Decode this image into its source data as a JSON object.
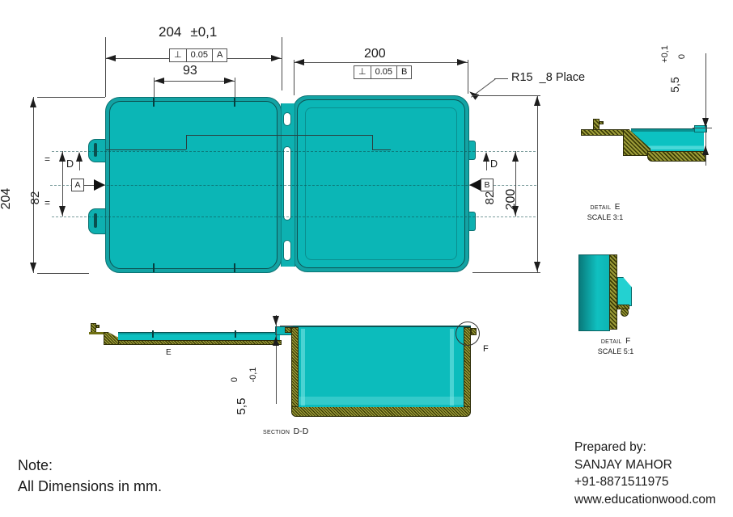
{
  "top_view": {
    "dim_width_lid": "204",
    "dim_width_lid_tol": "±0,1",
    "dim_inner": "93",
    "dim_width_base": "200",
    "fcf_a": {
      "sym": "⊥",
      "tol": "0.05",
      "datum": "A"
    },
    "fcf_b": {
      "sym": "⊥",
      "tol": "0.05",
      "datum": "B"
    },
    "radius_callout": "R15  _8 Place",
    "dim_height_lid": "204",
    "dim_tab_spacing_left": "82",
    "equals": "=",
    "datum_a": "A",
    "datum_b": "B",
    "section_arrow": "D",
    "dim_tab_spacing_right": "82",
    "dim_height_base": "200"
  },
  "detail_e": {
    "title_prefix": "DETAIL",
    "title_letter": "E",
    "scale": "SCALE 3:1",
    "dim": "5,5",
    "tol_up": "+0,1",
    "tol_low": "0"
  },
  "detail_f": {
    "title_prefix": "DETAIL",
    "title_letter": "F",
    "scale": "SCALE 5:1"
  },
  "section": {
    "title_prefix": "SECTION",
    "title_letter": "D-D",
    "dim": "5,5",
    "tol_up": "0",
    "tol_low": "-0,1",
    "callout_e": "E",
    "callout_f": "F"
  },
  "notes": {
    "title": "Note:",
    "body": "All Dimensions in mm."
  },
  "prepared": {
    "title": "Prepared by:",
    "name": "SANJAY MAHOR",
    "phone": "+91-8871511975",
    "site": "www.educationwood.com"
  }
}
